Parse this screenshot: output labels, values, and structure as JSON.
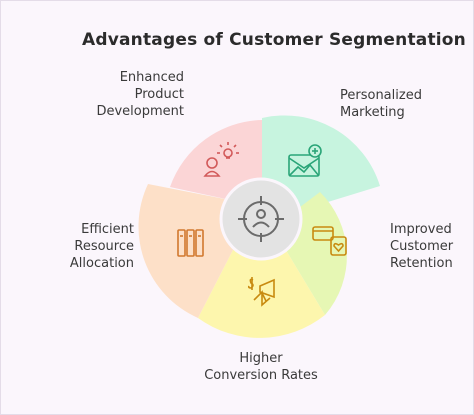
{
  "title": "Advantages of Customer Segmentation",
  "segments": [
    {
      "lines": [
        "Enhanced",
        "Product",
        "Development"
      ],
      "color": "#fbd5d6",
      "icon": "lightbulb-person-icon"
    },
    {
      "lines": [
        "Personalized",
        "Marketing"
      ],
      "color": "#c7f4df",
      "icon": "envelope-image-icon"
    },
    {
      "lines": [
        "Improved",
        "Customer",
        "Retention"
      ],
      "color": "#e6f7b4",
      "icon": "card-heart-icon"
    },
    {
      "lines": [
        "Higher",
        "Conversion Rates"
      ],
      "color": "#fdf6ad",
      "icon": "dollar-megaphone-icon"
    },
    {
      "lines": [
        "Efficient",
        "Resource",
        "Allocation"
      ],
      "color": "#fde0c8",
      "icon": "binders-icon"
    }
  ],
  "center_icon": "target-user-icon"
}
